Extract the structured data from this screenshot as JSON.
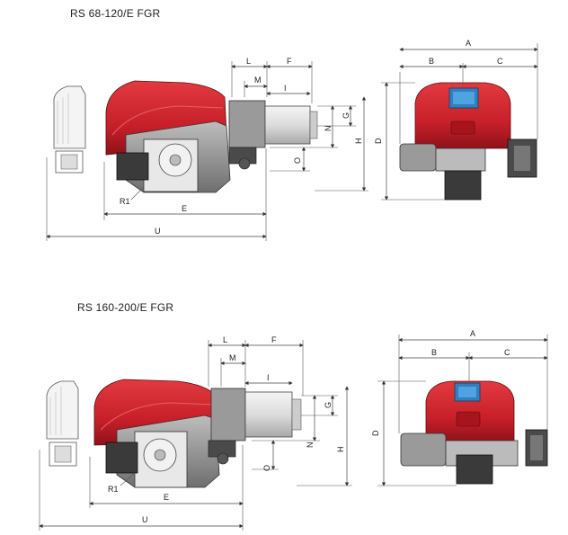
{
  "top": {
    "title": "RS 68-120/E FGR",
    "labels": {
      "L": "L",
      "F": "F",
      "M": "M",
      "I": "I",
      "G": "G",
      "N": "N",
      "D": "D",
      "H": "H",
      "O": "O",
      "E": "E",
      "U": "U",
      "R1": "R1",
      "A": "A",
      "B": "B",
      "C": "C"
    }
  },
  "bottom": {
    "title": "RS 160-200/E FGR",
    "labels": {
      "L": "L",
      "F": "F",
      "M": "M",
      "I": "I",
      "G": "G",
      "N": "N",
      "D": "D",
      "H": "H",
      "O": "O",
      "E": "E",
      "U": "U",
      "R1": "R1",
      "A": "A",
      "B": "B",
      "C": "C"
    }
  },
  "colors": {
    "housing_red": "#c8202a",
    "housing_dark": "#8e1219",
    "metal_grey": "#8a8a8a",
    "tube_light": "#e6e6e6",
    "motor_dark": "#3a3a3a",
    "display_blue": "#2f7fc1"
  }
}
